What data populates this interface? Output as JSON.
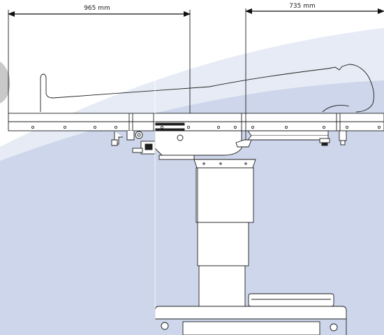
{
  "dimensions": {
    "left": {
      "label": "965 mm",
      "value_mm": 965
    },
    "right": {
      "label": "735 mm",
      "value_mm": 735
    }
  },
  "colors": {
    "background_blue": "#cdd6ea",
    "background_light": "#e6ebf5",
    "line": "#1e1e1e",
    "table_white": "#ffffff"
  }
}
